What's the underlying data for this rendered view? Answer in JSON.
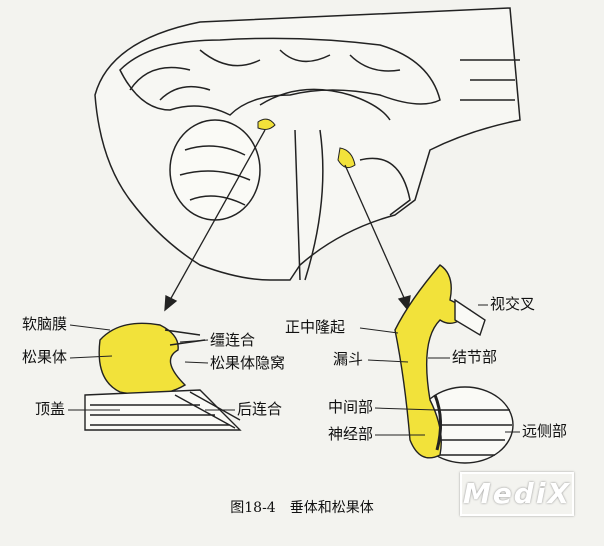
{
  "labels": {
    "pia_mater": "软脑膜",
    "habenular_commissure": "缰连合",
    "pineal_body": "松果体",
    "pineal_recess": "松果体隐窝",
    "tectum": "顶盖",
    "posterior_commissure": "后连合",
    "optic_chiasm": "视交叉",
    "median_eminence": "正中隆起",
    "infundibulum": "漏斗",
    "pars_tuberalis": "结节部",
    "pars_intermedia": "中间部",
    "pars_nervosa": "神经部",
    "pars_distalis": "远侧部"
  },
  "caption": "图18-4　垂体和松果体",
  "watermark": "MediX",
  "colors": {
    "highlight": "#f2e23a",
    "line": "#222222",
    "background": "#f3f3ef"
  }
}
